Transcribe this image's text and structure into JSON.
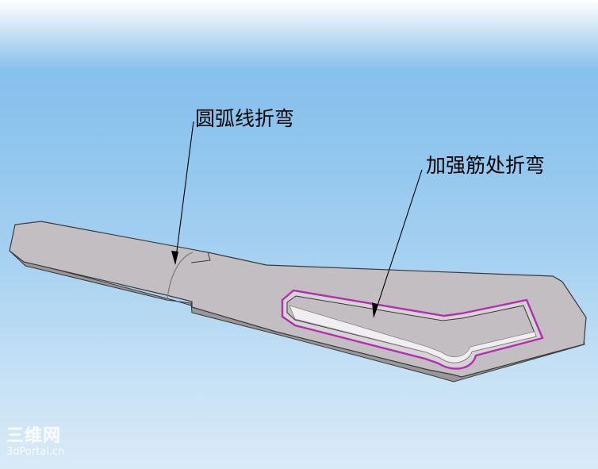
{
  "viewport": {
    "background_top": "#ffffff",
    "background_mid": "#86c0ec",
    "background_bottom": "#d9eaf7"
  },
  "part": {
    "body_color": "#c2bec2",
    "edge_color": "#3a3a3a",
    "rib_edge_color": "#c040c0"
  },
  "annotations": {
    "arc_bend_label": "圆弧线折弯",
    "rib_bend_label": "加强筋处折弯"
  },
  "watermark": {
    "logo_text": "三维网",
    "url_text": "3dPortal.cn"
  }
}
